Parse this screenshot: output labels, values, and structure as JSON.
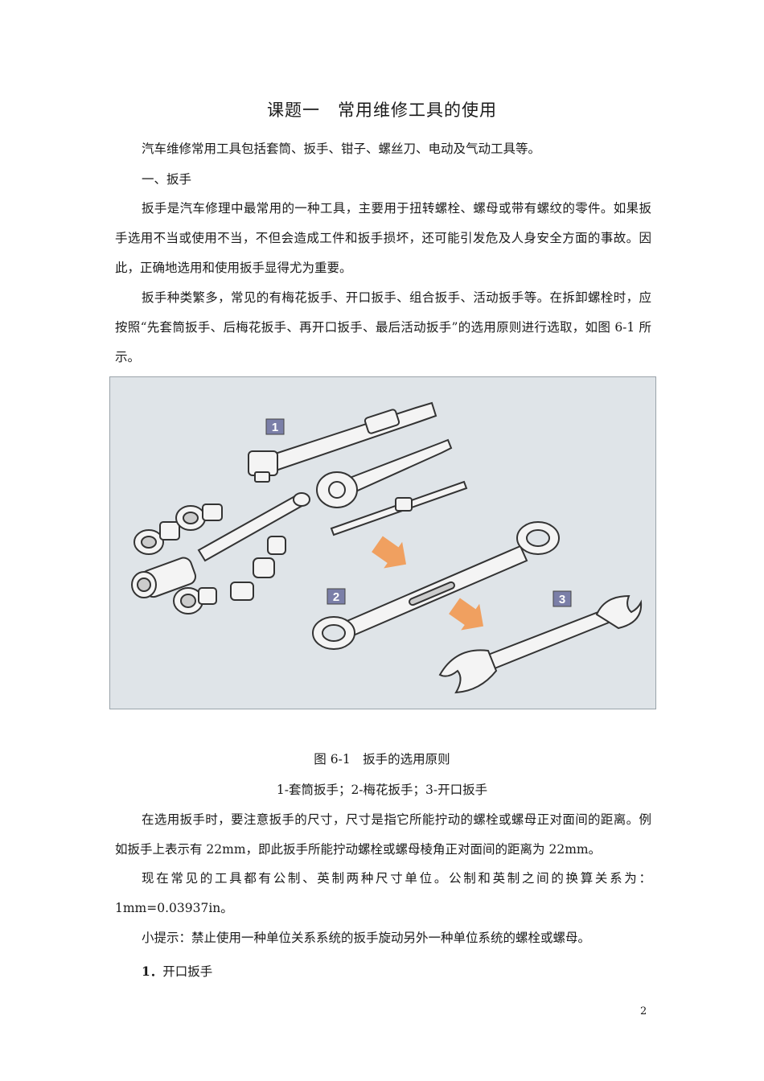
{
  "title": "课题一　常用维修工具的使用",
  "intro": "汽车维修常用工具包括套筒、扳手、钳子、螺丝刀、电动及气动工具等。",
  "section1_heading": "一、扳手",
  "para1": "扳手是汽车修理中最常用的一种工具，主要用于扭转螺栓、螺母或带有螺纹的零件。如果扳手选用不当或使用不当，不但会造成工件和扳手损坏，还可能引发危及人身安全方面的事故。因此，正确地选用和使用扳手显得尤为重要。",
  "para2": "扳手种类繁多，常见的有梅花扳手、开口扳手、组合扳手、活动扳手等。在拆卸螺栓时，应按照“先套筒扳手、后梅花扳手、再开口扳手、最后活动扳手”的选用原则进行选取，如图 6-1 所示。",
  "figure": {
    "badges": [
      "1",
      "2",
      "3"
    ],
    "badge_color": "#7b7fa8",
    "arrow_color": "#f0a060",
    "caption": "图 6-1　扳手的选用原则",
    "subcaption": "1-套筒扳手；2-梅花扳手；3-开口扳手"
  },
  "para3": "在选用扳手时，要注意扳手的尺寸，尺寸是指它所能拧动的螺栓或螺母正对面间的距离。例如扳手上表示有 22mm，即此扳手所能拧动螺栓或螺母棱角正对面间的距离为 22mm。",
  "para4": "现在常见的工具都有公制、英制两种尺寸单位。公制和英制之间的换算关系为：1mm=0.03937in。",
  "tip": "小提示：禁止使用一种单位关系系统的扳手旋动另外一种单位系统的螺栓或螺母。",
  "sub_heading_number": "1．",
  "sub_heading_text": "开口扳手",
  "page_number": "2"
}
